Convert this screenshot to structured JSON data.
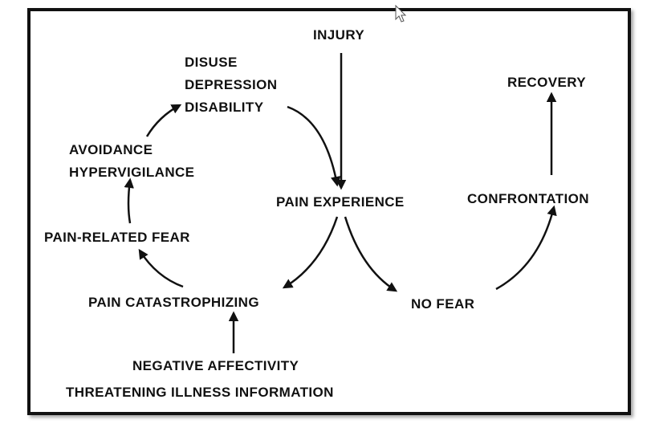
{
  "diagram": {
    "nodes": {
      "injury": "INJURY",
      "pain_experience": "PAIN EXPERIENCE",
      "disuse_group": [
        "DISUSE",
        "DEPRESSION",
        "DISABILITY"
      ],
      "avoidance_group": [
        "AVOIDANCE",
        "HYPERVIGILANCE"
      ],
      "pain_related_fear": "PAIN-RELATED FEAR",
      "pain_catastrophizing": "PAIN CATASTROPHIZING",
      "negative_affectivity": "NEGATIVE AFFECTIVITY",
      "threatening_illness_information": "THREATENING ILLNESS INFORMATION",
      "no_fear": "NO FEAR",
      "confrontation": "CONFRONTATION",
      "recovery": "RECOVERY"
    }
  }
}
